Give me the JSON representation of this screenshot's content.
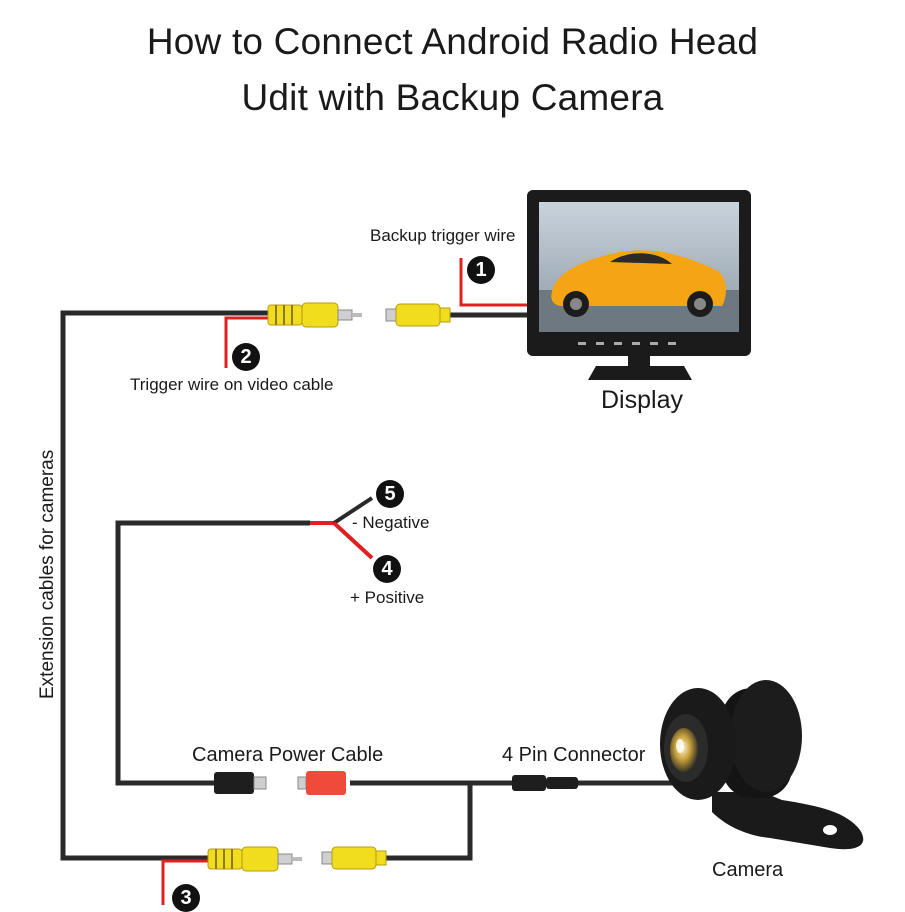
{
  "title": {
    "line1": "How to Connect Android Radio Head",
    "line2": "Udit with Backup Camera"
  },
  "labels": {
    "backup_trigger_wire": "Backup trigger wire",
    "trigger_wire_on_video_cable": "Trigger wire on video cable",
    "display": "Display",
    "negative": "- Negative",
    "positive": "+ Positive",
    "extension_cables": "Extension cables for cameras",
    "camera_power_cable": "Camera Power Cable",
    "four_pin_connector": "4 Pin Connector",
    "camera": "Camera"
  },
  "badges": {
    "b1": "1",
    "b2": "2",
    "b3": "3",
    "b4": "4",
    "b5": "5"
  },
  "colors": {
    "cable": "#2a2a2a",
    "red_wire": "#e02020",
    "rca_yellow": "#f2dc1e",
    "rca_red": "#ef4a3a",
    "car": "#f5a414"
  }
}
